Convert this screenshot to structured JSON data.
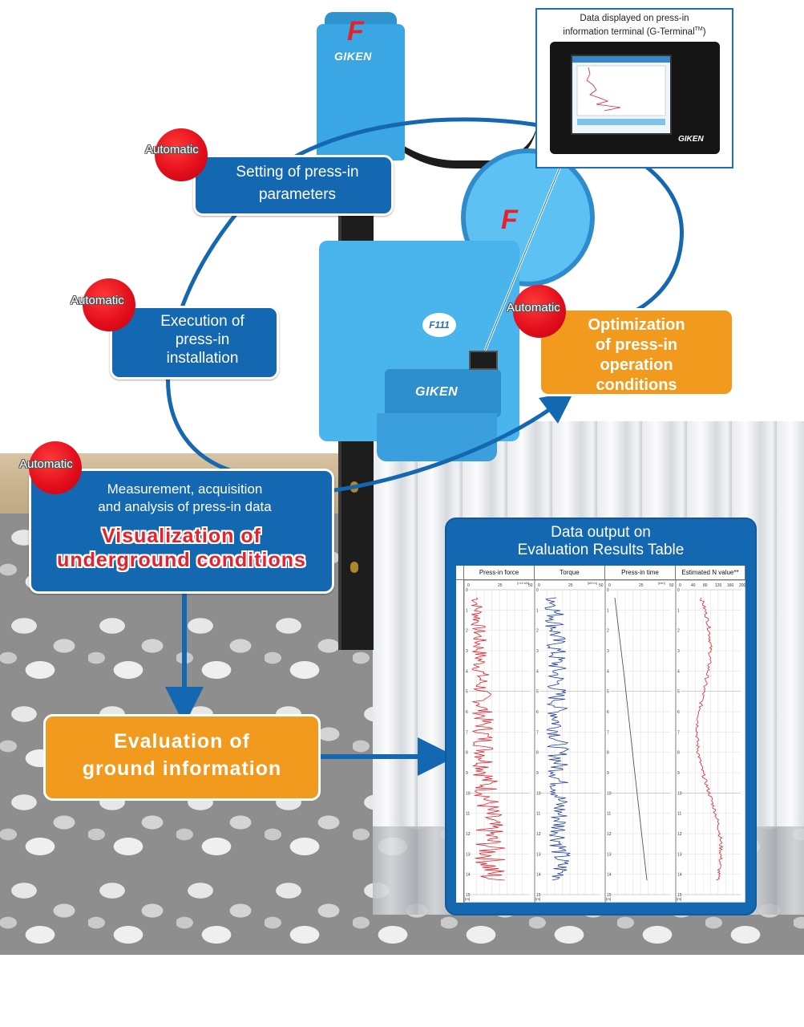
{
  "machine": {
    "brand": "GIKEN",
    "logo_letter": "F",
    "model_label": "F111"
  },
  "terminal": {
    "title_line1": "Data displayed on press-in",
    "title_line2": "information terminal (G-Terminal",
    "title_tm": "TM",
    "title_close": ")",
    "brand": "GIKEN"
  },
  "steps": {
    "automatic_label": "Automatic",
    "setting": {
      "line1": "Setting of press-in",
      "line2": "parameters"
    },
    "execution": {
      "line1": "Execution of",
      "line2": "press-in",
      "line3": "installation"
    },
    "optimization": {
      "line1": "Optimization",
      "line2": "of press-in",
      "line3": "operation",
      "line4": "conditions"
    },
    "measurement": {
      "line1": "Measurement, acquisition",
      "line2": "and analysis of press-in data",
      "viz_line1": "Visualization of",
      "viz_line2": "underground conditions"
    },
    "evaluation": {
      "line1": "Evaluation of",
      "line2": "ground information"
    }
  },
  "results": {
    "title_line1": "Data output on",
    "title_line2": "Evaluation Results Table",
    "depth_unit": "[m]",
    "depth_ticks": [
      "0",
      "1",
      "2",
      "3",
      "4",
      "5",
      "6",
      "7",
      "8",
      "9",
      "10",
      "11",
      "12",
      "13",
      "14",
      "15"
    ],
    "columns": [
      {
        "label": "Press-in force",
        "unit": "[×10 kN]",
        "ticks": [
          "0",
          "25",
          "50"
        ],
        "color": "#e8202a"
      },
      {
        "label": "Torque",
        "unit": "[kN·m]",
        "ticks": [
          "0",
          "25",
          "50"
        ],
        "color": "#1f3fa3"
      },
      {
        "label": "Press-in time",
        "unit": "[min]",
        "ticks": [
          "0",
          "25",
          "50"
        ],
        "color": "#555555"
      },
      {
        "label": "Estimated N value**",
        "unit": "",
        "ticks": [
          "0",
          "40",
          "80",
          "120",
          "160",
          "200"
        ],
        "color": "#e8202a"
      }
    ]
  },
  "colors": {
    "blue_box": "#1467b1",
    "orange_box": "#f29a1d",
    "automatic_circle": "#e40f1c",
    "flow_line": "#1467b1"
  }
}
